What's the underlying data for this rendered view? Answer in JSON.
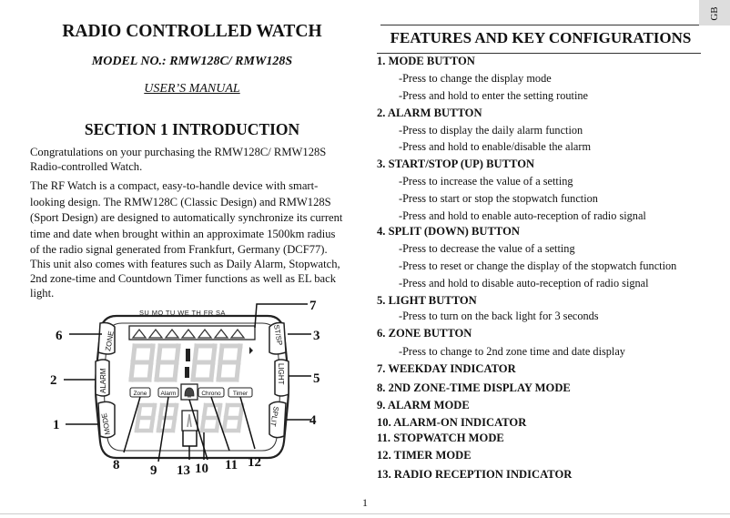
{
  "tab_label": "GB",
  "left": {
    "title": "RADIO CONTROLLED WATCH",
    "model": "MODEL NO.: RMW128C/ RMW128S",
    "manual": "USER’S MANUAL",
    "section": "SECTION 1 INTRODUCTION",
    "paragraphs": [
      {
        "lines": [
          "Congratulations on your purchasing the RMW128C/ RMW128S",
          "Radio-controlled Watch."
        ]
      },
      {
        "lines": [
          "The RF Watch is a  compact,  easy-to-handle device with  smart-",
          "looking design. The RMW128C (Classic Design) and RMW128S",
          "(Sport Design) are designed to automatically synchronize its current",
          "time and date when brought within an approximate 1500km radius",
          "of the radio signal generated from Frankfurt, Germany (DCF77)."
        ]
      },
      {
        "lines": [
          "This unit also comes with features such as Daily Alarm, Stopwatch,",
          "2nd zone-time and Countdown Timer functions as well as EL back",
          "light."
        ]
      }
    ]
  },
  "diagram": {
    "weekdays": "SU MO TU WE TH FR SA",
    "side_buttons": {
      "zone": "ZONE",
      "alarm": "ALARM",
      "mode": "MODE",
      "stsp": "ST/SP",
      "light": "LIGHT",
      "split": "SPLIT"
    },
    "mode_labels": {
      "zone": "Zone",
      "alarm": "Alarm",
      "chrono": "Chrono",
      "timer": "Timer"
    },
    "callouts": {
      "c1": "1",
      "c2": "2",
      "c3": "3",
      "c4": "4",
      "c5": "5",
      "c6": "6",
      "c7": "7",
      "c8": "8",
      "c9": "9",
      "c10": "10",
      "c11": "11",
      "c12": "12",
      "c13": "13"
    }
  },
  "right": {
    "title": "FEATURES AND KEY CONFIGURATIONS",
    "items": [
      {
        "heading": "1. MODE BUTTON",
        "subs": [
          "-Press to change the display mode",
          "-Press and hold to enter the setting routine"
        ]
      },
      {
        "heading": "2. ALARM BUTTON",
        "subs": [
          "-Press to display the daily alarm function",
          "-Press and hold to enable/disable the alarm"
        ]
      },
      {
        "heading": "3. START/STOP (UP) BUTTON",
        "subs": [
          "-Press to increase the value of a setting",
          "-Press to start or stop the stopwatch function",
          "-Press and hold to enable auto-reception of radio signal"
        ]
      },
      {
        "heading": "4. SPLIT (DOWN) BUTTON",
        "subs": [
          "-Press to decrease the value of a setting",
          "-Press to reset or change the display of the stopwatch function",
          "-Press and hold to disable auto-reception of radio signal"
        ]
      },
      {
        "heading": "5. LIGHT BUTTON",
        "subs": [
          "-Press to turn on the back light for 3 seconds"
        ]
      },
      {
        "heading": "6. ZONE BUTTON",
        "subs": [
          "-Press to change to 2nd zone time and date display"
        ]
      },
      {
        "heading": "7. WEEKDAY INDICATOR",
        "subs": []
      },
      {
        "heading": "8. 2ND ZONE-TIME DISPLAY MODE",
        "subs": []
      },
      {
        "heading": "9. ALARM MODE",
        "subs": []
      },
      {
        "heading": "10. ALARM-ON INDICATOR",
        "subs": []
      },
      {
        "heading": "11. STOPWATCH MODE",
        "subs": []
      },
      {
        "heading": "12. TIMER MODE",
        "subs": []
      },
      {
        "heading": "13. RADIO RECEPTION INDICATOR",
        "subs": []
      }
    ]
  },
  "page_number": "1"
}
